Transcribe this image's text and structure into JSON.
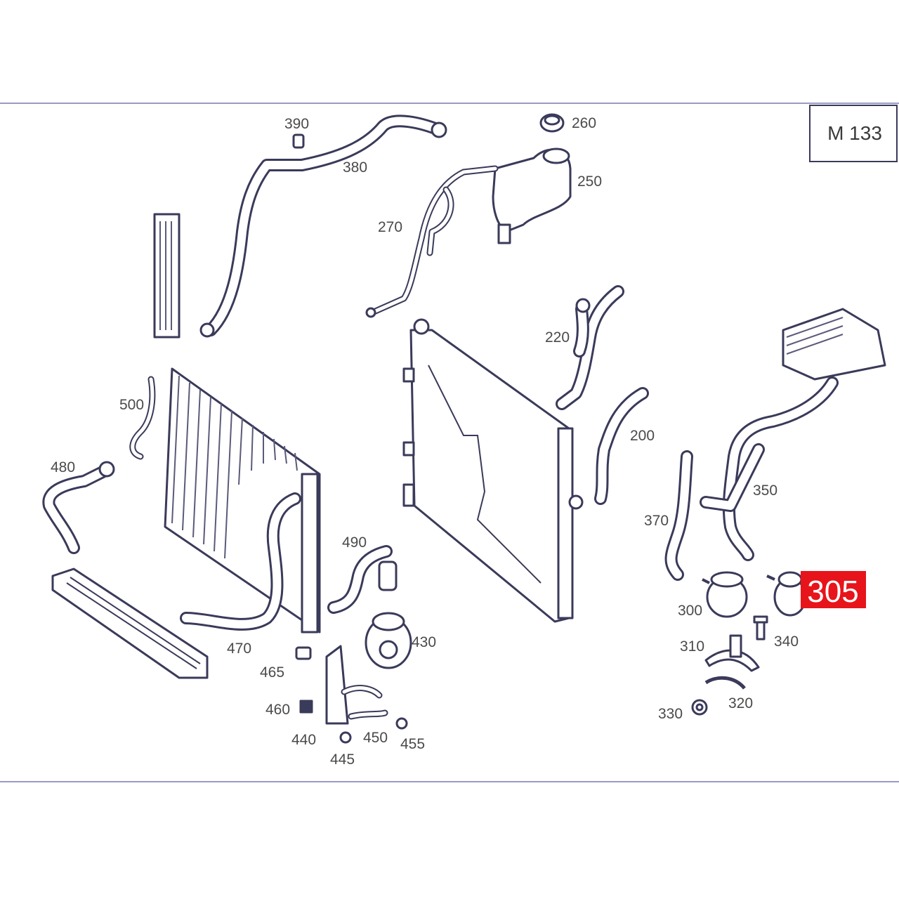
{
  "model_box": {
    "text": "M 133"
  },
  "highlight": {
    "text": "305",
    "color": "#e8141b"
  },
  "labels": [
    {
      "id": "390",
      "text": "390"
    },
    {
      "id": "380",
      "text": "380"
    },
    {
      "id": "260",
      "text": "260"
    },
    {
      "id": "250",
      "text": "250"
    },
    {
      "id": "270",
      "text": "270"
    },
    {
      "id": "220",
      "text": "220"
    },
    {
      "id": "200",
      "text": "200"
    },
    {
      "id": "500",
      "text": "500"
    },
    {
      "id": "480",
      "text": "480"
    },
    {
      "id": "470",
      "text": "470"
    },
    {
      "id": "490",
      "text": "490"
    },
    {
      "id": "430",
      "text": "430"
    },
    {
      "id": "465",
      "text": "465"
    },
    {
      "id": "460",
      "text": "460"
    },
    {
      "id": "440",
      "text": "440"
    },
    {
      "id": "445",
      "text": "445"
    },
    {
      "id": "450",
      "text": "450"
    },
    {
      "id": "455",
      "text": "455"
    },
    {
      "id": "370",
      "text": "370"
    },
    {
      "id": "350",
      "text": "350"
    },
    {
      "id": "300",
      "text": "300"
    },
    {
      "id": "340",
      "text": "340"
    },
    {
      "id": "310",
      "text": "310"
    },
    {
      "id": "320",
      "text": "320"
    },
    {
      "id": "330",
      "text": "330"
    }
  ],
  "colors": {
    "line": "#3a3a5a",
    "frame": "#9a9ac8",
    "label": "#4a4a4a"
  }
}
